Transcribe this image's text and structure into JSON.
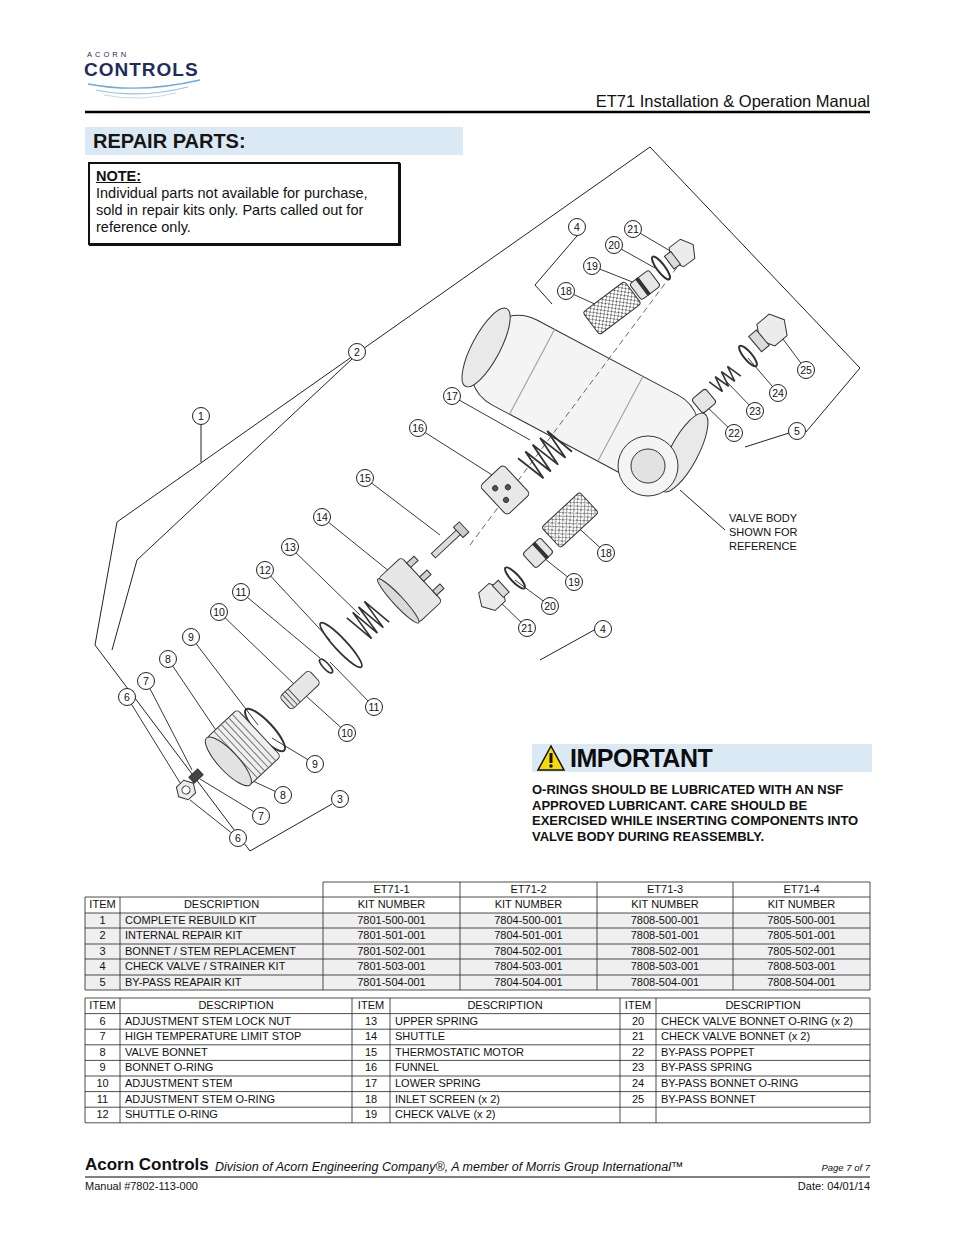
{
  "diagram": {
    "title": "REPAIR PARTS:",
    "nodes": [
      {
        "text": [
          "NOTE:",
          "Individual parts not available for purchase, sold in repair kits only. Parts called out for reference only."
        ]
      },
      {
        "text": [
          "IMPORTANT",
          "O-RINGS SHOULD BE LUBRICATED WITH AN NSF APPROVED LUBRICANT. CARE SHOULD BE EXERCISED WHILE INSERTING COMPONENTS INTO VALVE BODY DURING REASSEMBLY."
        ]
      }
    ],
    "labels": [
      "ACORN",
      "CONTROLS",
      "ET71 Installation & Operation Manual",
      "4",
      "21",
      "20",
      "19",
      "18",
      "2",
      "17",
      "16",
      "1",
      "15",
      "14",
      "13",
      "12",
      "11",
      "10",
      "9",
      "8",
      "7",
      "6",
      "25",
      "24",
      "23",
      "22",
      "5",
      "18",
      "19",
      "20",
      "21",
      "4",
      "11",
      "10",
      "9",
      "3",
      "8",
      "7",
      "6",
      "VALVE BODY SHOWN FOR REFERENCE",
      "ET71-1",
      "ET71-2",
      "ET71-3",
      "ET71-4",
      "ITEM",
      "DESCRIPTION",
      "KIT NUMBER",
      "KIT NUMBER",
      "KIT NUMBER",
      "KIT NUMBER",
      "1",
      "COMPLETE REBUILD KIT",
      "7801-500-001",
      "7804-500-001",
      "7808-500-001",
      "7805-500-001",
      "2",
      "INTERNAL REPAIR KIT",
      "7801-501-001",
      "7804-501-001",
      "7808-501-001",
      "7805-501-001",
      "3",
      "BONNET / STEM REPLACEMENT",
      "7801-502-001",
      "7804-502-001",
      "7808-502-001",
      "7805-502-001",
      "4",
      "CHECK VALVE / STRAINER KIT",
      "7801-503-001",
      "7804-503-001",
      "7808-503-001",
      "7808-503-001",
      "5",
      "BY-PASS REAPAIR KIT",
      "7801-504-001",
      "7804-504-001",
      "7808-504-001",
      "7808-504-001",
      "ITEM",
      "DESCRIPTION",
      "ITEM",
      "DESCRIPTION",
      "ITEM",
      "DESCRIPTION",
      "6",
      "ADJUSTMENT STEM LOCK NUT",
      "13",
      "UPPER SPRING",
      "20",
      "CHECK VALVE BONNET O-RING (x 2)",
      "7",
      "HIGH TEMPERATURE LIMIT STOP",
      "14",
      "SHUTTLE",
      "21",
      "CHECK VALVE BONNET (x 2)",
      "8",
      "VALVE BONNET",
      "15",
      "THERMOSTATIC MOTOR",
      "22",
      "BY-PASS POPPET",
      "9",
      "BONNET O-RING",
      "16",
      "FUNNEL",
      "23",
      "BY-PASS SPRING",
      "10",
      "ADJUSTMENT STEM",
      "17",
      "LOWER SPRING",
      "24",
      "BY-PASS BONNET O-RING",
      "11",
      "ADJUSTMENT STEM O-RING",
      "18",
      "INLET SCREEN (x 2)",
      "25",
      "BY-PASS BONNET",
      "12",
      "SHUTTLE O-RING",
      "19",
      "CHECK VALVE (x 2)",
      "Acorn Controls",
      "Division of Acorn Engineering Company®, A member of Morris Group International™",
      "Page 7 of 7",
      "Manual #7802-113-000",
      "Date: 04/01/14"
    ]
  }
}
